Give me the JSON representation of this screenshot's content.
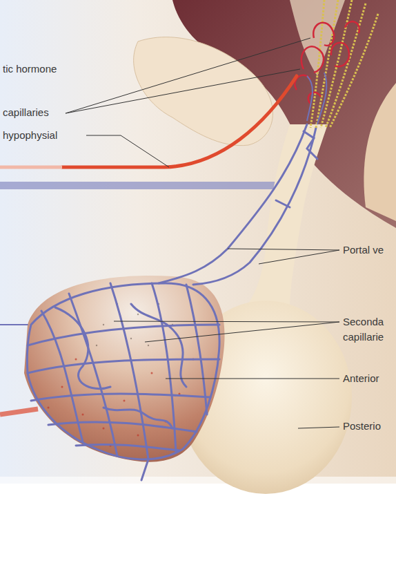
{
  "diagram": {
    "labels": [
      "tic hormone",
      "capillaries",
      "hypophysial",
      "Portal ve",
      "Seconda capillarie",
      "Anterior",
      "Posterio"
    ]
  }
}
